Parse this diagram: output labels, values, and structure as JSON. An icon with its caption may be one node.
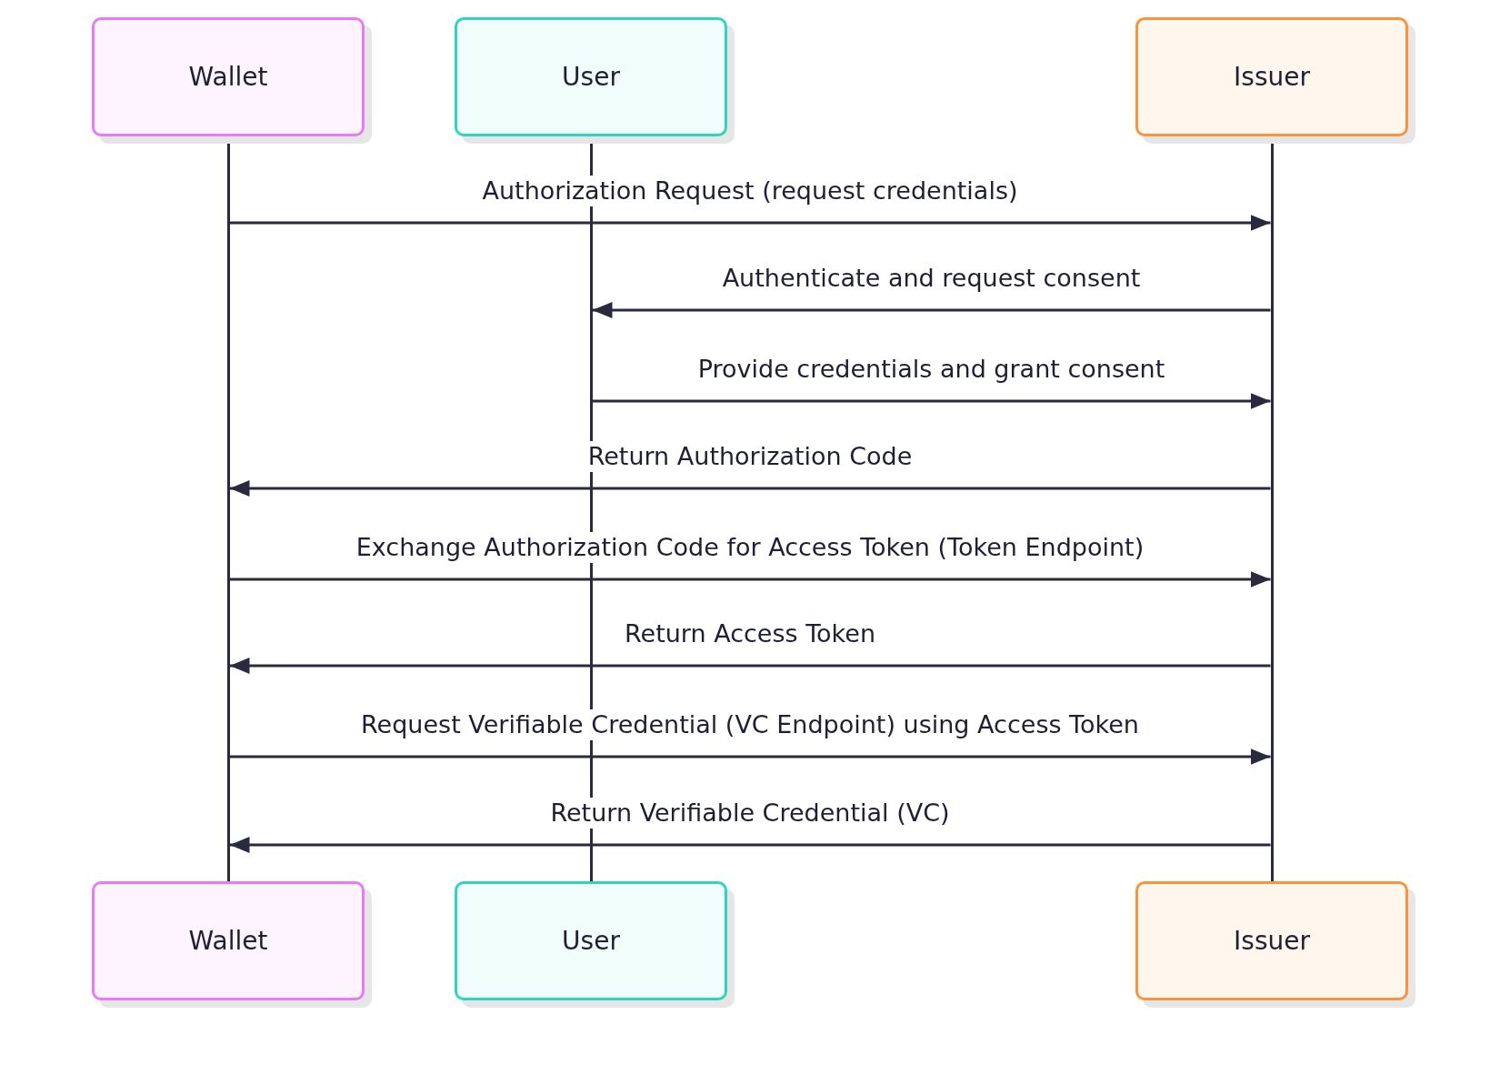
{
  "diagram": {
    "nodes": [
      {
        "text": [
          "Wallet"
        ]
      },
      {
        "text": [
          "User"
        ]
      },
      {
        "text": [
          "Issuer"
        ]
      },
      {
        "text": [],
        "shape": "bar"
      },
      {
        "text": [],
        "shape": "bar"
      },
      {
        "text": [],
        "shape": "bar"
      },
      {
        "text": [
          "Wallet"
        ]
      },
      {
        "text": [
          "User"
        ]
      },
      {
        "text": [
          "Issuer"
        ]
      }
    ],
    "edges": [
      {
        "from": 3,
        "to": 5,
        "arrow": "to",
        "label": "Authorization Request (request credentials)"
      },
      {
        "from": 5,
        "to": 4,
        "arrow": "to",
        "label": "Authenticate and request consent"
      },
      {
        "from": 4,
        "to": 5,
        "arrow": "to",
        "label": "Provide credentials and grant consent"
      },
      {
        "from": 5,
        "to": 3,
        "arrow": "to",
        "label": "Return Authorization Code"
      },
      {
        "from": 3,
        "to": 5,
        "arrow": "to",
        "label": "Exchange Authorization Code for Access Token (Token Endpoint)"
      },
      {
        "from": 5,
        "to": 3,
        "arrow": "to",
        "label": "Return Access Token"
      },
      {
        "from": 3,
        "to": 5,
        "arrow": "to",
        "label": "Request Verifiable Credential (VC Endpoint) using Access Token"
      },
      {
        "from": 5,
        "to": 3,
        "arrow": "to",
        "label": "Return Verifiable Credential (VC)"
      }
    ]
  }
}
